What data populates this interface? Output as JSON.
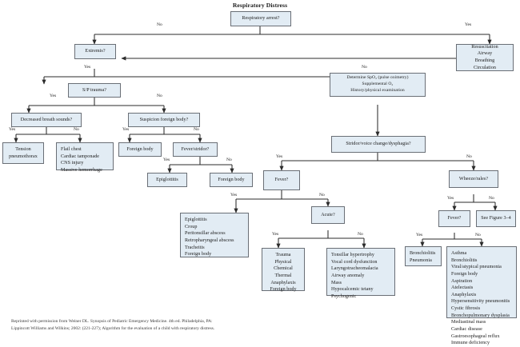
{
  "title": "Respiratory Distress",
  "credit": "Reprinted with permission from Weiner DL. Synopsis of Pediatric Emergency Medicine. 4th ed. Philadelphia, PA:\nLippincott Williams and Wilkins; 2002: (221-227); Algorithm for the evaluation of a child with respiratory distress.",
  "colors": {
    "node_fill": "#e2ecf4",
    "node_border": "#6a6f76",
    "edge": "#2b2b2b",
    "text": "#1a1a1a"
  },
  "nodes": {
    "respiratory_arrest": "Respiratory arrest?",
    "resuscitation": "Resuscitation\nAirway\nBreathing\nCirculation",
    "extremis": "Extremis?",
    "sp_trauma": "S/P trauma?",
    "determine_spo2": "Determine SpO₂ (pulse oximetry)\nSupplemental O₂\nHistory/physical examination",
    "decreased_breath_sounds": "Decreased breath sounds?",
    "suspicion_foreign_body": "Suspicion foreign body?",
    "tension_pneumothorax": "Tension\npneumothorax",
    "flail_chest": "Flail chest\nCardiac tamponade\nCNS injury\nMassive hemorrhage",
    "foreign_body_left": "Foreign body",
    "fever_stridor": "Fever/stridor?",
    "epiglottitis": "Epiglottitis",
    "foreign_body_right": "Foreign body",
    "stridor_voice": "Stridor/voice change/dysphagia?",
    "fever_mid": "Fever?",
    "acute": "Acute?",
    "wheeze_rales": "Wheeze/rales?",
    "fever_right": "Fever?",
    "see_figure": "See Figure 3–4",
    "epiglottitis_list": "Epiglottitis\nCroup\nPeritonsillar abscess\nRetropharyngeal abscess\nTracheitis\nForeign body",
    "trauma_list": "Trauma\n    Physical\n    Chemical\n    Thermal\nAnaphylaxis\nForeign body",
    "tonsillar_list": "Tonsillar hypertrophy\nVocal cord dysfunction\nLaryngotracheomalacia\nAirway anomaly\nMass\nHypocalcemic tetany\nPsychogenic",
    "bronchiolitis_pneumonia": "Bronchiolitis\nPneumonia",
    "asthma_list": "Asthma\nBronchiolitis\nViral/atypical pneumonia\nForeign body\nAspiration\nAtelectasis\nAnaphylaxis\nHypersensitivity pneumonitis\nCystic fibrosis\nBronchopulmonary dysplasia\nMediastinal mass\nCardiac disease\nGastroesophageal reflux\nImmune deficiency"
  },
  "edge_labels": {
    "arrest_no": "No",
    "arrest_yes": "Yes",
    "extremis_yes": "Yes",
    "extremis_no": "No",
    "trauma_yes": "Yes",
    "trauma_no": "No",
    "breath_yes": "Yes",
    "breath_no": "No",
    "fb_yes": "Yes",
    "fb_no": "No",
    "feverstridor_yes": "Yes",
    "feverstridor_no": "No",
    "stridor_yes": "Yes",
    "stridor_no": "No",
    "fevermid_yes": "Yes",
    "fevermid_no": "No",
    "acute_yes": "Yes",
    "acute_no": "No",
    "wheeze_yes": "Yes",
    "wheeze_no": "No",
    "feverright_yes": "Yes",
    "feverright_no": "No"
  }
}
